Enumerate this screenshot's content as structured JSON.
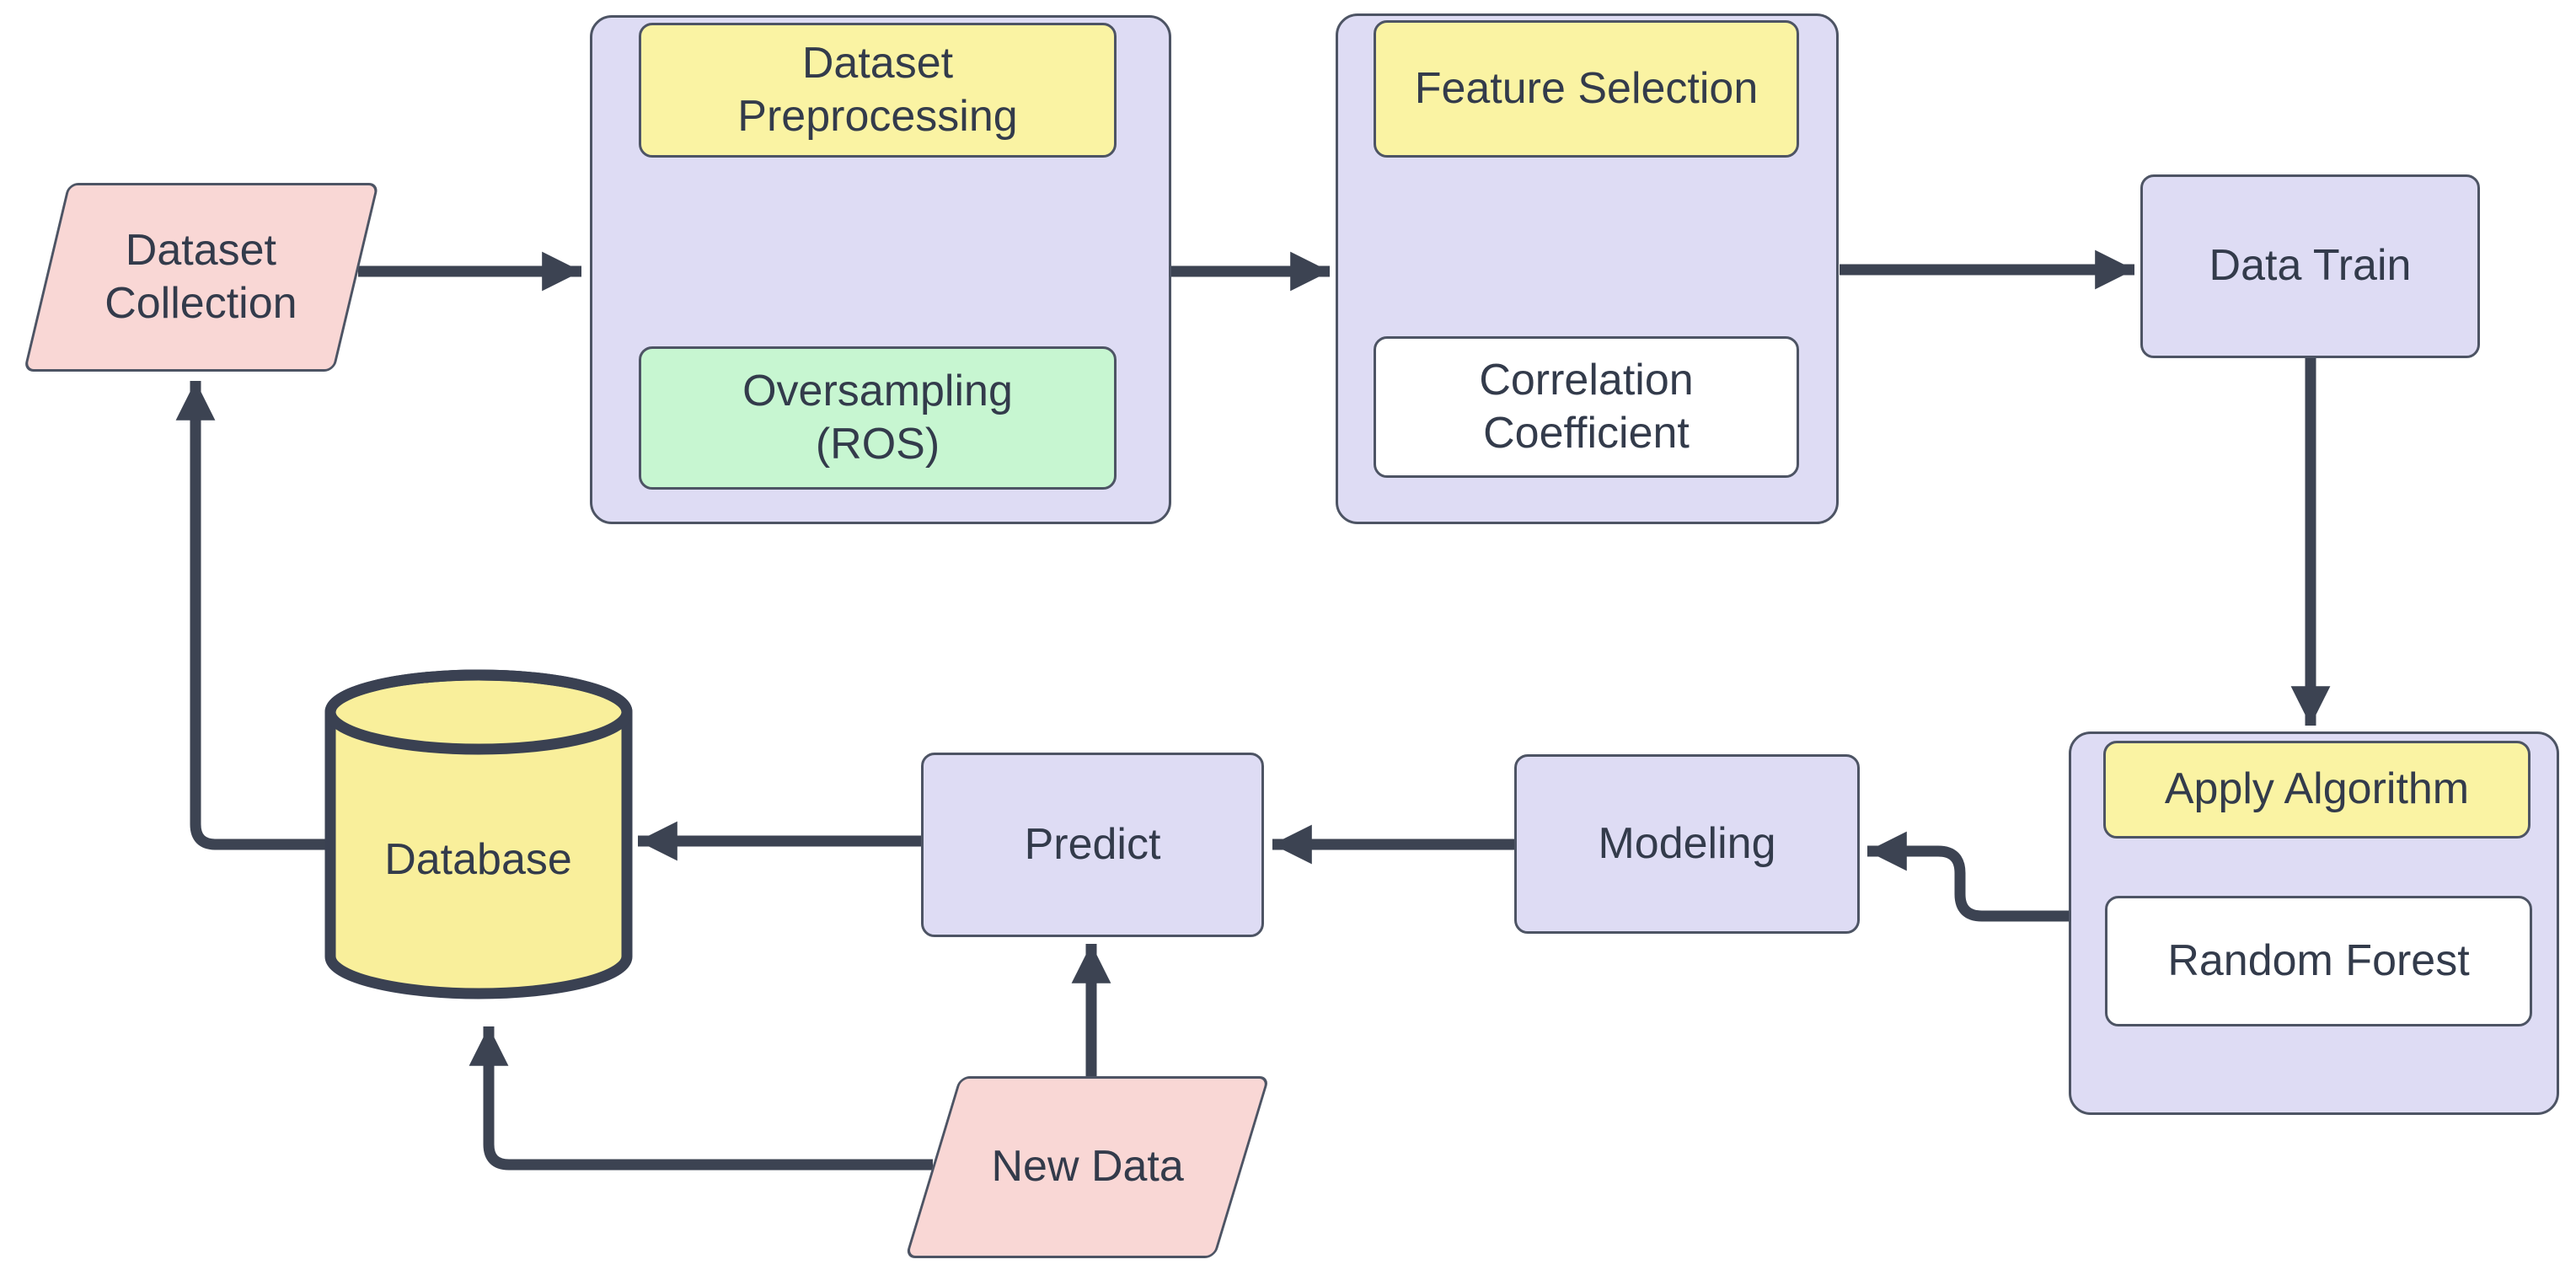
{
  "diagram": {
    "nodes": {
      "dataset_collection": {
        "label": "Dataset\nCollection"
      },
      "dataset_preprocessing": {
        "header": "Dataset\nPreprocessing",
        "method": "Oversampling\n(ROS)"
      },
      "feature_selection": {
        "header": "Feature Selection",
        "method": "Correlation\nCoefficient"
      },
      "data_train": {
        "label": "Data Train"
      },
      "apply_algorithm": {
        "header": "Apply Algorithm",
        "method": "Random Forest"
      },
      "modeling": {
        "label": "Modeling"
      },
      "predict": {
        "label": "Predict"
      },
      "database": {
        "label": "Database"
      },
      "new_data": {
        "label": "New Data"
      }
    },
    "edges": [
      {
        "from": "dataset_collection",
        "to": "dataset_preprocessing"
      },
      {
        "from": "dataset_preprocessing",
        "to": "feature_selection"
      },
      {
        "from": "feature_selection",
        "to": "data_train"
      },
      {
        "from": "data_train",
        "to": "apply_algorithm"
      },
      {
        "from": "apply_algorithm",
        "to": "modeling"
      },
      {
        "from": "modeling",
        "to": "predict"
      },
      {
        "from": "predict",
        "to": "database"
      },
      {
        "from": "database",
        "to": "dataset_collection"
      },
      {
        "from": "new_data",
        "to": "predict"
      },
      {
        "from": "new_data",
        "to": "database"
      }
    ]
  },
  "colors": {
    "background": "#FFFFFF",
    "node_pink": "#F9D7D5",
    "node_lavender": "#DEDCF4",
    "node_yellow": "#FAF3A3",
    "node_green": "#C7F6D1",
    "node_white": "#FFFFFF",
    "database_yellow": "#F9EF9B",
    "arrow_dark": "#3C4352",
    "border_dark": "#4D5464",
    "text_dark": "#333B4B"
  }
}
